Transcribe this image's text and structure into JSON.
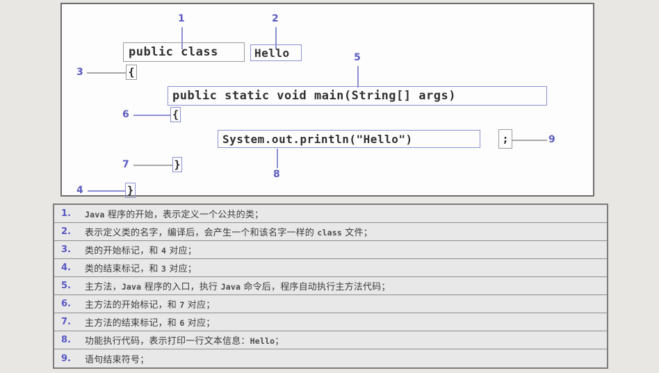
{
  "diagram": {
    "code_lines": [
      {
        "id": "class-decl",
        "text": "public class"
      },
      {
        "id": "class-name",
        "text": "Hello"
      },
      {
        "id": "open-brace-class",
        "text": "{"
      },
      {
        "id": "main-signature",
        "text": "public static void main(String[] args)"
      },
      {
        "id": "open-brace-main",
        "text": "{"
      },
      {
        "id": "println-statement",
        "text": "System.out.println(\"Hello\")"
      },
      {
        "id": "semicolon",
        "text": ";"
      },
      {
        "id": "close-brace-main",
        "text": "}"
      },
      {
        "id": "close-brace-class",
        "text": "}"
      }
    ],
    "callouts": [
      {
        "n": "1",
        "target": "public class"
      },
      {
        "n": "2",
        "target": "Hello"
      },
      {
        "n": "3",
        "target": "{ (class open)"
      },
      {
        "n": "4",
        "target": "} (class close)"
      },
      {
        "n": "5",
        "target": "main signature"
      },
      {
        "n": "6",
        "target": "{ (main open)"
      },
      {
        "n": "7",
        "target": "} (main close)"
      },
      {
        "n": "8",
        "target": "println statement"
      },
      {
        "n": "9",
        "target": "; semicolon"
      }
    ],
    "colors": {
      "callout_number": "#5b5bbf",
      "box_border": "#8a8fd0",
      "panel_border": "#6d6d6d",
      "code_text": "#2f2f2f"
    }
  },
  "legend": {
    "rows": [
      {
        "num": "1.",
        "parts": [
          {
            "t": "Java",
            "mono": true
          },
          {
            "t": " 程序的开始，表示定义一个公共的类；",
            "mono": false
          }
        ]
      },
      {
        "num": "2.",
        "parts": [
          {
            "t": "表示定义类的名字，编译后，会产生一个和该名字一样的 ",
            "mono": false
          },
          {
            "t": "class",
            "mono": true
          },
          {
            "t": " 文件；",
            "mono": false
          }
        ]
      },
      {
        "num": "3.",
        "parts": [
          {
            "t": "类的开始标记，和 ",
            "mono": false
          },
          {
            "t": "4",
            "mono": true
          },
          {
            "t": " 对应；",
            "mono": false
          }
        ]
      },
      {
        "num": "4.",
        "parts": [
          {
            "t": "类的结束标记，和 ",
            "mono": false
          },
          {
            "t": "3",
            "mono": true
          },
          {
            "t": " 对应；",
            "mono": false
          }
        ]
      },
      {
        "num": "5.",
        "parts": [
          {
            "t": "主方法，",
            "mono": false
          },
          {
            "t": "Java",
            "mono": true
          },
          {
            "t": " 程序的入口，执行 ",
            "mono": false
          },
          {
            "t": "Java",
            "mono": true
          },
          {
            "t": " 命令后，程序自动执行主方法代码；",
            "mono": false
          }
        ]
      },
      {
        "num": "6.",
        "parts": [
          {
            "t": "主方法的开始标记，和 ",
            "mono": false
          },
          {
            "t": "7",
            "mono": true
          },
          {
            "t": " 对应；",
            "mono": false
          }
        ]
      },
      {
        "num": "7.",
        "parts": [
          {
            "t": "主方法的结束标记，和 ",
            "mono": false
          },
          {
            "t": "6",
            "mono": true
          },
          {
            "t": " 对应；",
            "mono": false
          }
        ]
      },
      {
        "num": "8.",
        "parts": [
          {
            "t": "功能执行代码，表示打印一行文本信息：",
            "mono": false
          },
          {
            "t": "Hello",
            "mono": true
          },
          {
            "t": "；",
            "mono": false
          }
        ]
      },
      {
        "num": "9.",
        "parts": [
          {
            "t": "语句结束符号；",
            "mono": false
          }
        ]
      }
    ]
  }
}
